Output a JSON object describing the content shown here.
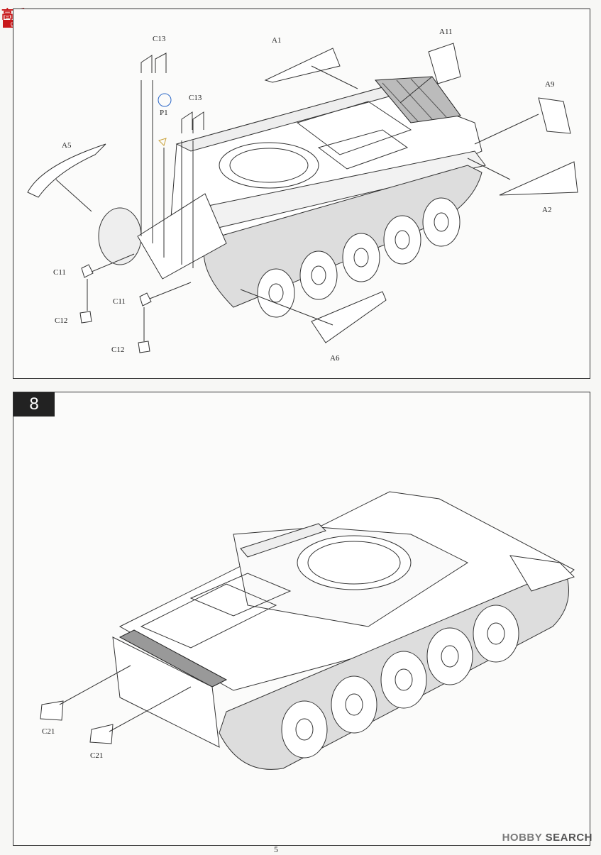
{
  "logo": {
    "text": "高手网",
    "url": "gaoshou.com"
  },
  "step_top": {
    "labels": {
      "C13a": "C13",
      "C13b": "C13",
      "P1": "P1",
      "A1": "A1",
      "A11": "A11",
      "A9": "A9",
      "A5": "A5",
      "A2": "A2",
      "C11a": "C11",
      "C12a": "C12",
      "C11b": "C11",
      "C12b": "C12",
      "A6": "A6"
    }
  },
  "step_bottom": {
    "number": "8",
    "labels": {
      "C21a": "C21",
      "C21b": "C21"
    }
  },
  "watermark": {
    "brand": "HOBBY",
    "rest": "SEARCH"
  },
  "page_number": "5"
}
